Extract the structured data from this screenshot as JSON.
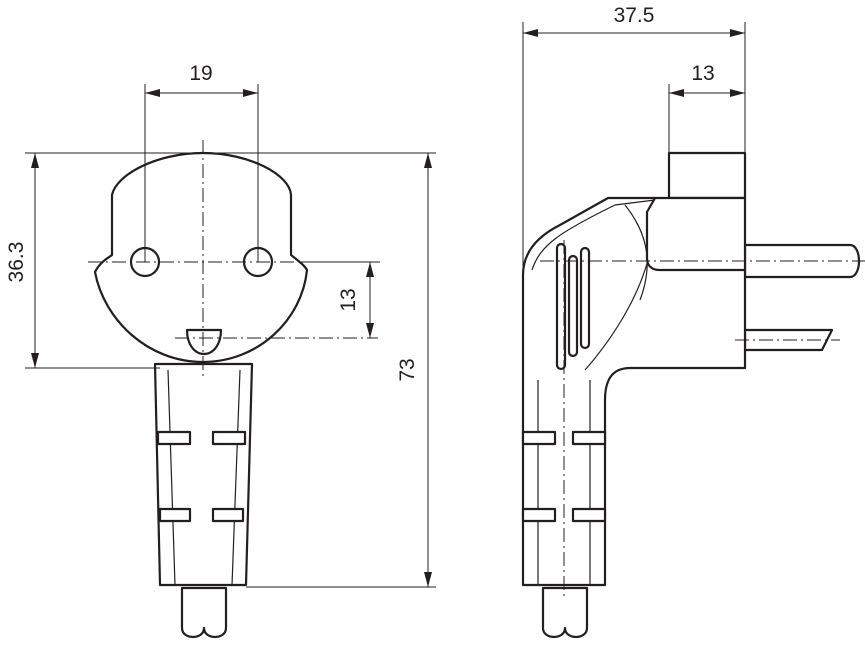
{
  "diagram": {
    "dimensions": {
      "front_pin_spacing": "19",
      "front_height": "36.3",
      "front_ground_offset": "13",
      "overall_length": "73",
      "side_depth": "37.5",
      "side_pin_collar": "13"
    }
  }
}
